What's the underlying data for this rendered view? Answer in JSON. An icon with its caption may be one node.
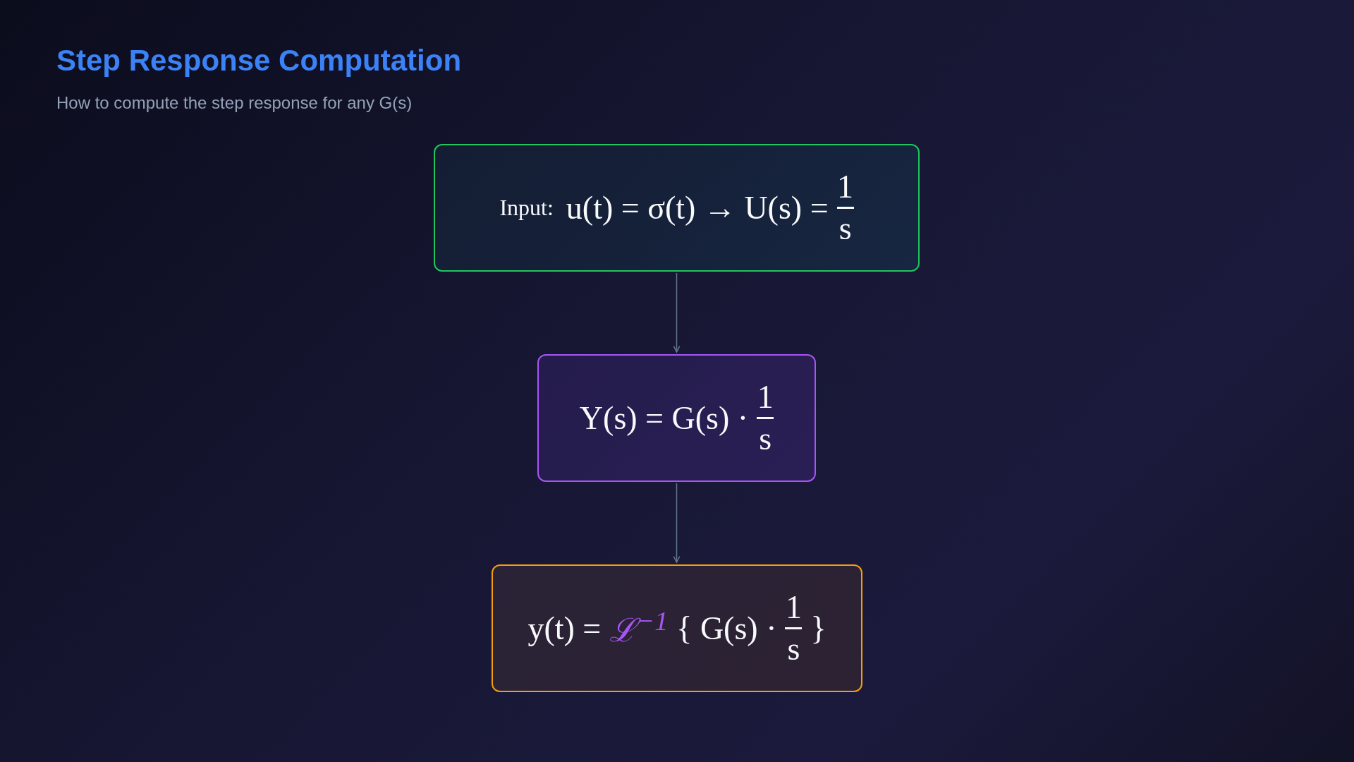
{
  "diagram": {
    "title": "Step Response Computation",
    "nodes": [
      {
        "text": [
          "Input:",
          "u(t) = σ(t) → U(s) =",
          "1",
          "s"
        ]
      },
      {
        "text": [
          "Y(s) = G(s) ·",
          "1",
          "s"
        ]
      },
      {
        "text": [
          "y(t) =",
          "ℒ$^{−1}$",
          "{ G(s) ·",
          "1",
          "s",
          "}"
        ]
      }
    ],
    "edges": [
      {
        "from": 0,
        "to": 1,
        "arrow": "to"
      },
      {
        "from": 1,
        "to": 2,
        "arrow": "to"
      }
    ],
    "labels": [
      "How to compute the step response for any G(s)"
    ]
  }
}
